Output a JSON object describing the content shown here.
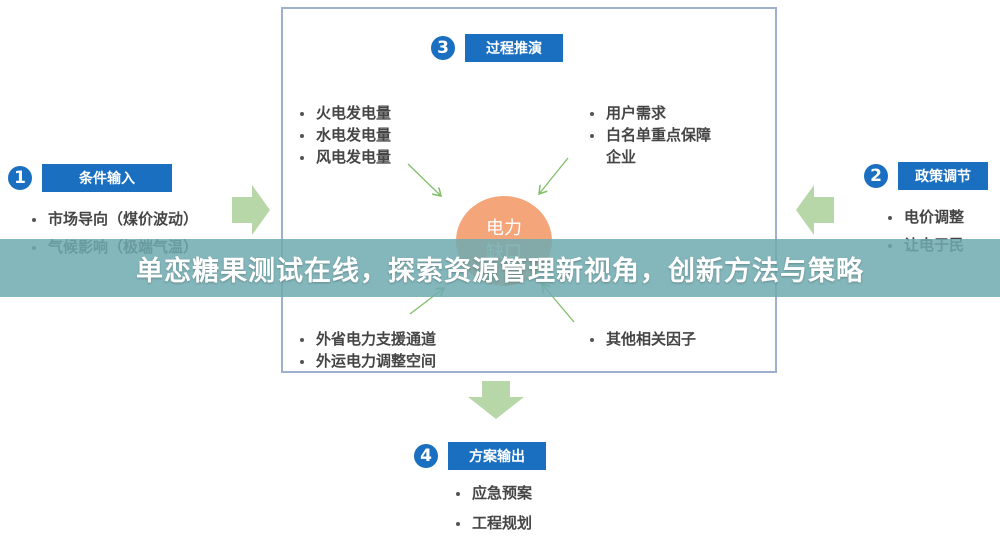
{
  "banner": {
    "title": "单恋糖果测试在线，探索资源管理新视角，创新方法与策略"
  },
  "steps": {
    "s1": {
      "number": "1",
      "label": "条件输入",
      "items": [
        "市场导向（煤价波动）",
        "气候影响（极端气温）"
      ]
    },
    "s2": {
      "number": "2",
      "label": "政策调节",
      "items": [
        "电价调整",
        "让电于民"
      ]
    },
    "s3": {
      "number": "3",
      "label": "过程推演",
      "top_left_items": [
        "火电发电量",
        "水电发电量",
        "风电发电量"
      ],
      "top_right_items": [
        "用户需求",
        "白名单重点保障"
      ],
      "top_right_continuation": "企业",
      "bottom_left_items": [
        "外省电力支援通道",
        "外运电力调整空间"
      ],
      "bottom_right_items": [
        "其他相关因子"
      ],
      "core": {
        "line1": "电力",
        "line2": "缺口"
      }
    },
    "s4": {
      "number": "4",
      "label": "方案输出",
      "items": [
        "应急预案",
        "工程规划"
      ]
    }
  },
  "colors": {
    "step_blue": "#1a6fc0",
    "frame_border": "#9fb0cf",
    "big_arrow_green": "#b7d7a8",
    "thin_arrow_green": "#7fbf6a",
    "core_orange": "#f4a57a",
    "banner_teal": "#6eaab0"
  }
}
